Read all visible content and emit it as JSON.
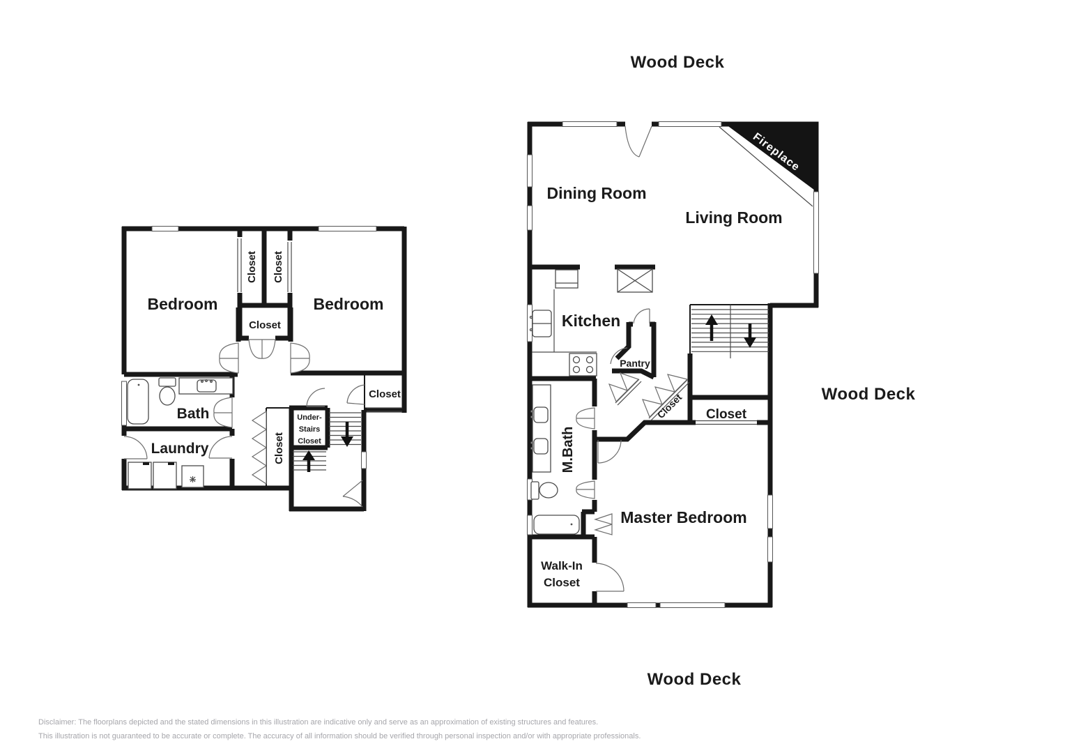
{
  "decks": {
    "top": "Wood Deck",
    "right": "Wood Deck",
    "bottom": "Wood Deck"
  },
  "upper_floor": {
    "bedroom_left": "Bedroom",
    "bedroom_right": "Bedroom",
    "closet_left": "Closet",
    "closet_right": "Closet",
    "closet_middle": "Closet",
    "bath": "Bath",
    "laundry": "Laundry",
    "hall_closet": "Closet",
    "understairs_line1": "Under-",
    "understairs_line2": "Stairs",
    "understairs_line3": "Closet",
    "closet_small": "Closet"
  },
  "main_floor": {
    "dining": "Dining Room",
    "living": "Living Room",
    "kitchen": "Kitchen",
    "pantry": "Pantry",
    "fireplace": "Fireplace",
    "mbath": "M.Bath",
    "master": "Master Bedroom",
    "walkin_line1": "Walk-In",
    "walkin_line2": "Closet",
    "closet_diagonal": "Closet",
    "closet_stairs": "Closet"
  },
  "disclaimer": {
    "line1": "Disclaimer: The floorplans depicted and the stated dimensions in this illustration are indicative only and serve as an approximation of existing structures and features.",
    "line2": "This illustration is not guaranteed to be accurate or complete. The accuracy of all information should be verified through personal inspection and/or with appropriate professionals."
  }
}
